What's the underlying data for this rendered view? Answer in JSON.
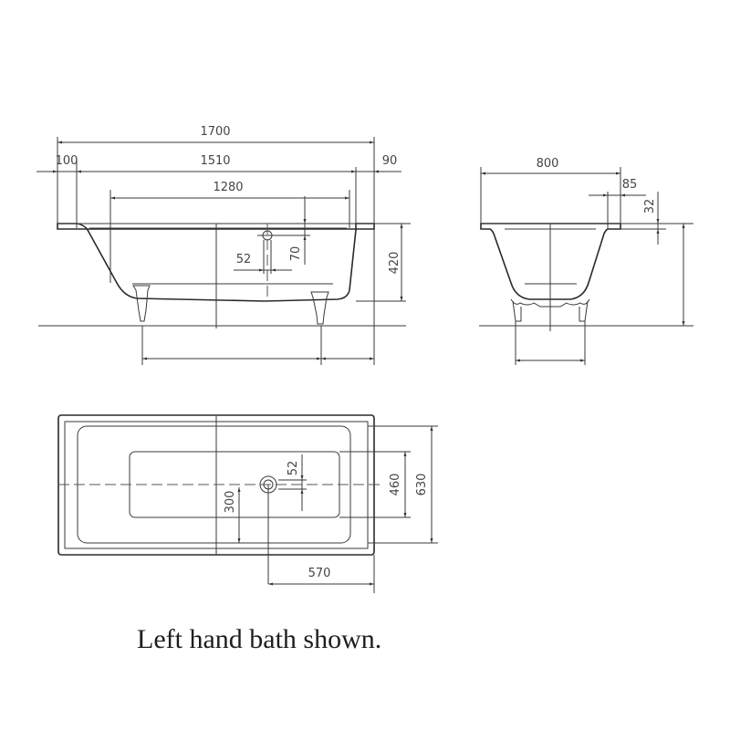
{
  "side_view": {
    "dims": {
      "overall_length": "1700",
      "left_rim": "100",
      "inner_length": "1510",
      "right_rim": "90",
      "bottom_length": "1280",
      "waste_offset": "52",
      "overflow_height": "70",
      "height": "420"
    }
  },
  "end_view": {
    "dims": {
      "width": "800",
      "rim_width": "85",
      "rim_thickness": "32"
    }
  },
  "plan_view": {
    "dims": {
      "waste_dia": "52",
      "waste_from_edge": "300",
      "bottom_width": "460",
      "inner_width": "630",
      "waste_from_end": "570"
    }
  },
  "caption": "Left hand bath shown."
}
